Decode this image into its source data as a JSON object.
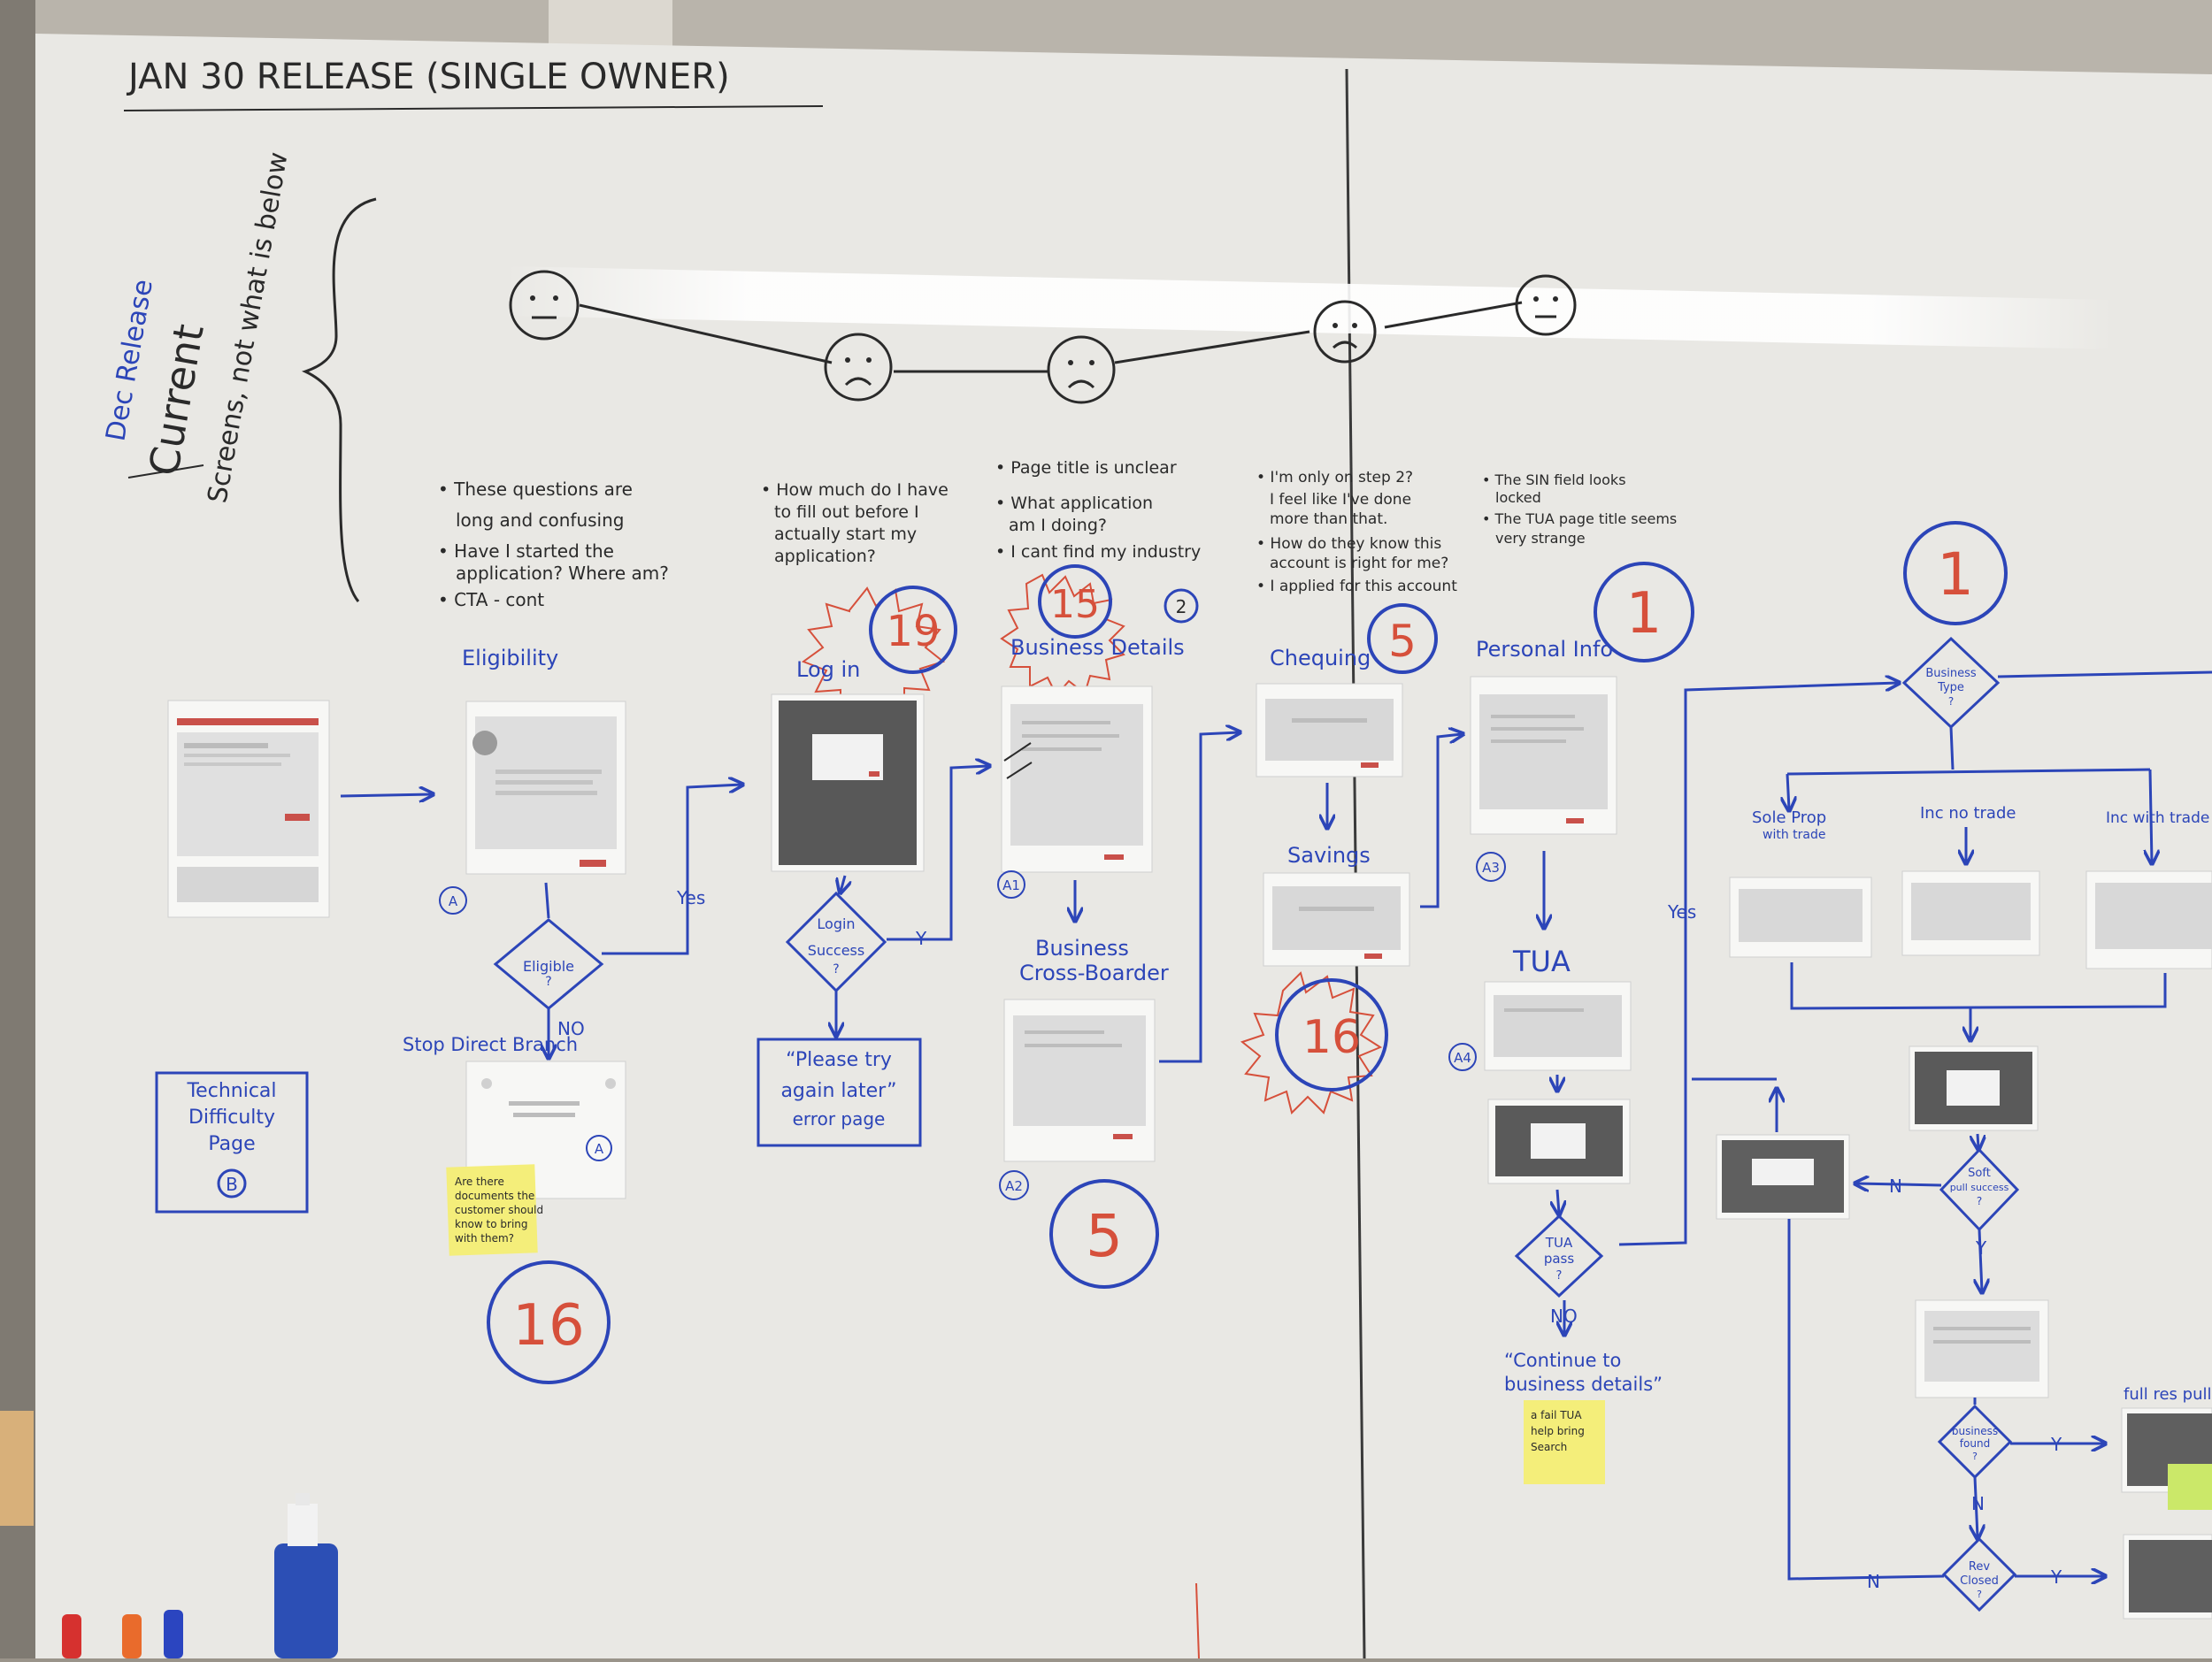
{
  "board": {
    "title": "JAN 30 RELEASE (SINGLE OWNER)",
    "side_labels": {
      "dec_release": "Dec Release",
      "current": "Current",
      "screens_note": "Screens, not what is below"
    }
  },
  "observations": [
    {
      "lines": [
        "• These questions are",
        "long and confusing",
        "• Have I started the",
        "application? Where am?",
        "• CTA - cont"
      ]
    },
    {
      "lines": [
        "• How much do I have",
        "to fill out before I",
        "actually start my",
        "application?"
      ]
    },
    {
      "lines": [
        "• Page title is unclear",
        "• What application",
        "am I doing?",
        "• I cant find my industry"
      ]
    },
    {
      "lines": [
        "• I'm only on step 2?",
        "I feel like I've done",
        "more than that.",
        "• How do they know this",
        "account is right for me?",
        "• I applied for this account"
      ]
    },
    {
      "lines": [
        "• The SIN field looks",
        "locked",
        "• The TUA page title seems",
        "very strange"
      ]
    }
  ],
  "steps": {
    "eligibility": "Eligibility",
    "login": "Log in",
    "business_details": "Business Details",
    "business_cross_border_1": "Business",
    "business_cross_border_2": "Cross-Boarder",
    "chequing": "Chequing",
    "savings": "Savings",
    "personal_info": "Personal Info",
    "tua": "TUA",
    "stop_direct_branch": "Stop Direct Branch",
    "technical_difficulty": [
      "Technical",
      "Difficulty",
      "Page"
    ],
    "technical_difficulty_marker": "B",
    "please_try_again": [
      "“Please try",
      "again later”",
      "error page"
    ],
    "continue_to_business": [
      "“Continue to",
      "business details”"
    ],
    "sole_prop": [
      "Sole Prop",
      "with trade"
    ],
    "inc_no_trade": "Inc no trade",
    "inc_with_trade": "Inc with trade",
    "full_res_pull": "full res pull"
  },
  "markers": {
    "a": "A",
    "a1": "A1",
    "a2": "A2",
    "a3": "A3",
    "a4": "A4",
    "a_stop": "A"
  },
  "decisions": {
    "eligible": [
      "Eligible",
      "?"
    ],
    "login_success": [
      "Login",
      "Success",
      "?"
    ],
    "tua_pass": [
      "TUA",
      "pass",
      "?"
    ],
    "business_type": [
      "Business",
      "Type",
      "?"
    ],
    "soft_pull": [
      "Soft",
      "pull success",
      "?"
    ],
    "business_found": [
      "business",
      "found",
      "?"
    ],
    "rev_closed": [
      "Rev",
      "Closed",
      "?"
    ]
  },
  "edge_labels": {
    "yes": "Yes",
    "no": "NO",
    "y": "Y",
    "n": "N",
    "no_tua": "NO",
    "yes_right": "Yes"
  },
  "counts": {
    "eligibility": "16",
    "login": "19",
    "business_details": "15",
    "business_details_small": "2",
    "business_cross_border": "5",
    "chequing": "5",
    "savings": "16",
    "personal_info": "1",
    "business_type": "1"
  },
  "sticky_notes": {
    "docs": [
      "Are there",
      "documents the",
      "customer should",
      "know to bring",
      "with them?"
    ],
    "tua": [
      "a fail TUA",
      "help bring",
      "Search"
    ]
  },
  "colors": {
    "board": "#e9e8e4",
    "marker_blue": "#2c45b8",
    "marker_red": "#d6503b",
    "marker_black": "#2a2a2a",
    "sticky": "#f4ee7a",
    "green_sticky": "#cbe869"
  }
}
